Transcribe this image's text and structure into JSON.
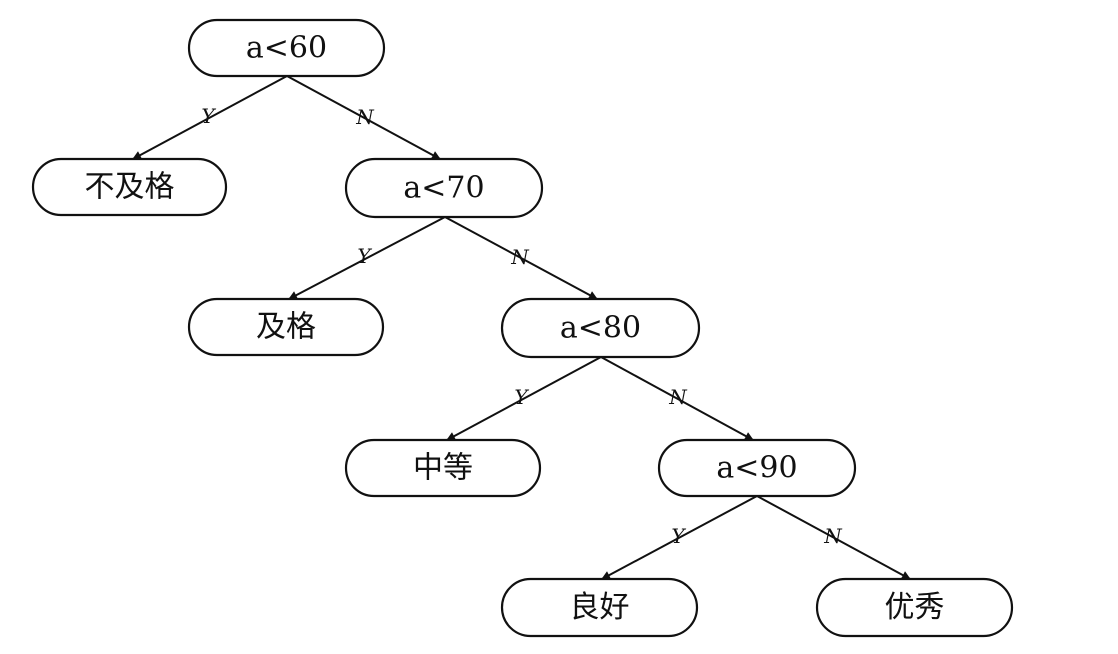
{
  "nodes": {
    "root": "a<60",
    "fail": "不及格",
    "n70": "a<70",
    "pass": "及格",
    "n80": "a<80",
    "medium": "中等",
    "n90": "a<90",
    "good": "良好",
    "excellent": "优秀"
  },
  "edges": {
    "root_fail": "Y",
    "root_n70": "N",
    "n70_pass": "Y",
    "n70_n80": "N",
    "n80_medium": "Y",
    "n80_n90": "N",
    "n90_good": "Y",
    "n90_excellent": "N"
  }
}
